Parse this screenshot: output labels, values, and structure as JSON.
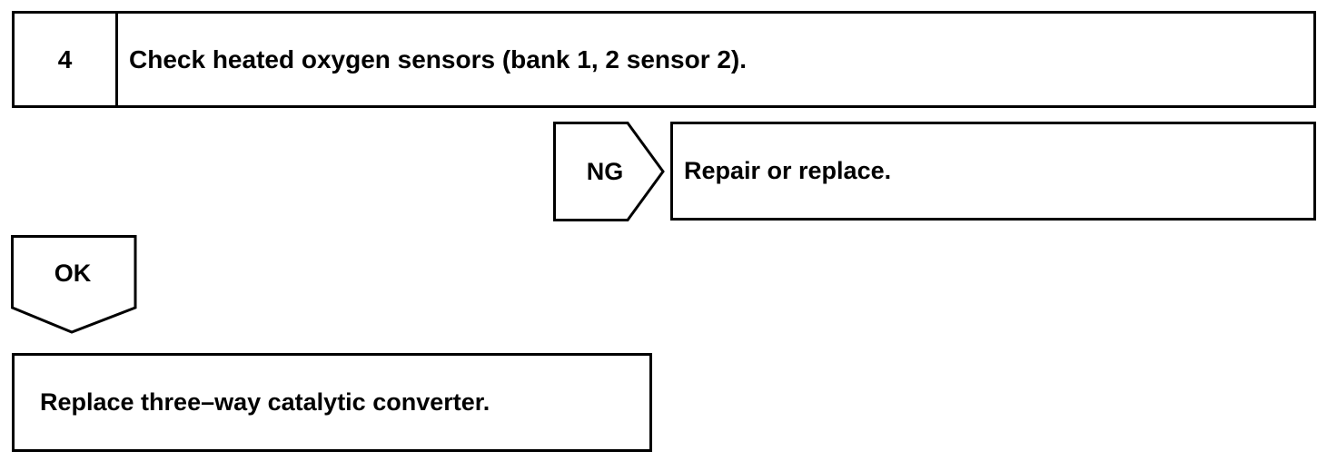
{
  "step": {
    "number": "4",
    "title": "Check heated oxygen sensors (bank 1, 2 sensor 2)."
  },
  "ng_branch": {
    "label": "NG",
    "action": "Repair or replace."
  },
  "ok_branch": {
    "label": "OK",
    "action": "Replace three–way catalytic converter."
  }
}
